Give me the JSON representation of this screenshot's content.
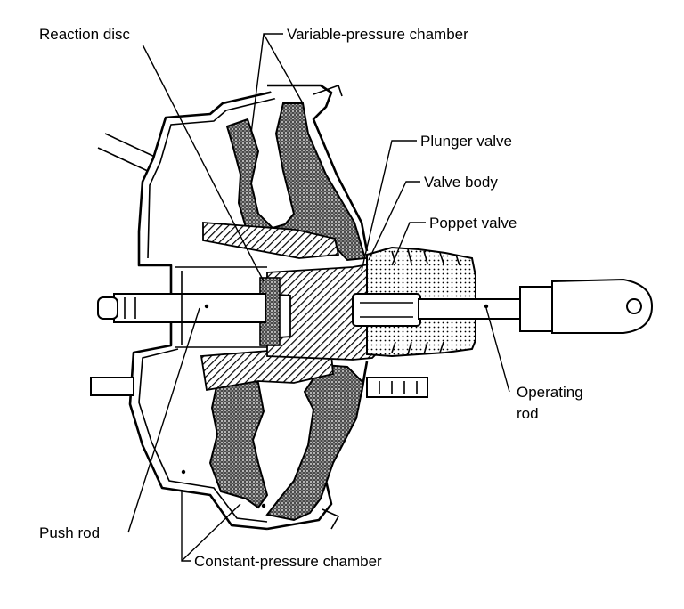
{
  "diagram": {
    "labels": {
      "reaction_disc": "Reaction disc",
      "variable_pressure_chamber": "Variable-pressure chamber",
      "plunger_valve": "Plunger valve",
      "valve_body": "Valve body",
      "poppet_valve": "Poppet valve",
      "operating_rod_line1": "Operating",
      "operating_rod_line2": "rod",
      "push_rod": "Push rod",
      "constant_pressure_chamber": "Constant-pressure chamber"
    },
    "colors": {
      "ink": "#000000",
      "background": "#ffffff"
    }
  }
}
